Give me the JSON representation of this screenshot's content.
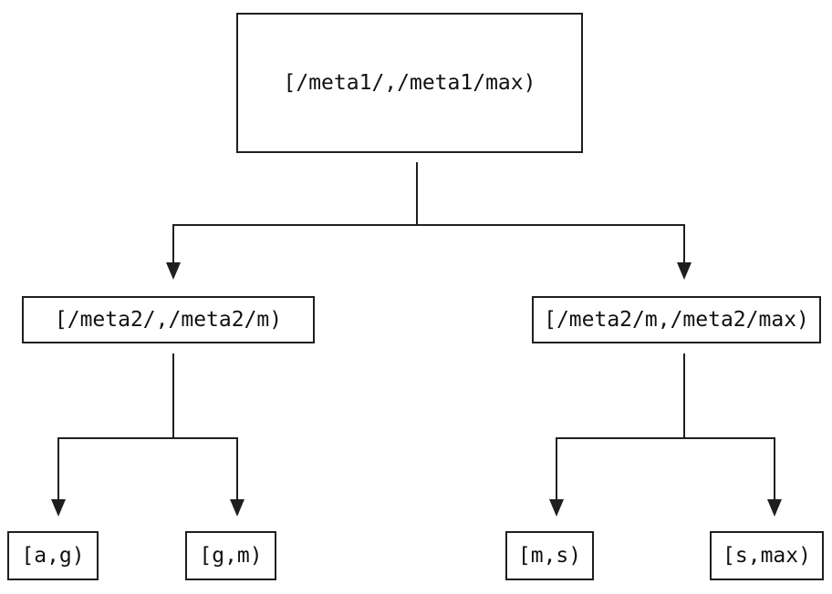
{
  "diagram": {
    "type": "tree",
    "colors": {
      "background": "#ffffff",
      "line": "#1f1f1f",
      "node_fill": "#ffffff",
      "text": "#111111"
    },
    "nodes": [
      {
        "id": "root",
        "label": "[/meta1/,/meta1/max)"
      },
      {
        "id": "meta2-low",
        "label": "[/meta2/,/meta2/m)"
      },
      {
        "id": "meta2-high",
        "label": "[/meta2/m,/meta2/max)"
      },
      {
        "id": "leaf-a-g",
        "label": "[a,g)"
      },
      {
        "id": "leaf-g-m",
        "label": "[g,m)"
      },
      {
        "id": "leaf-m-s",
        "label": "[m,s)"
      },
      {
        "id": "leaf-s-max",
        "label": "[s,max)"
      }
    ],
    "edges": [
      {
        "from": "root",
        "to": "meta2-low"
      },
      {
        "from": "root",
        "to": "meta2-high"
      },
      {
        "from": "meta2-low",
        "to": "leaf-a-g"
      },
      {
        "from": "meta2-low",
        "to": "leaf-g-m"
      },
      {
        "from": "meta2-high",
        "to": "leaf-m-s"
      },
      {
        "from": "meta2-high",
        "to": "leaf-s-max"
      }
    ]
  }
}
